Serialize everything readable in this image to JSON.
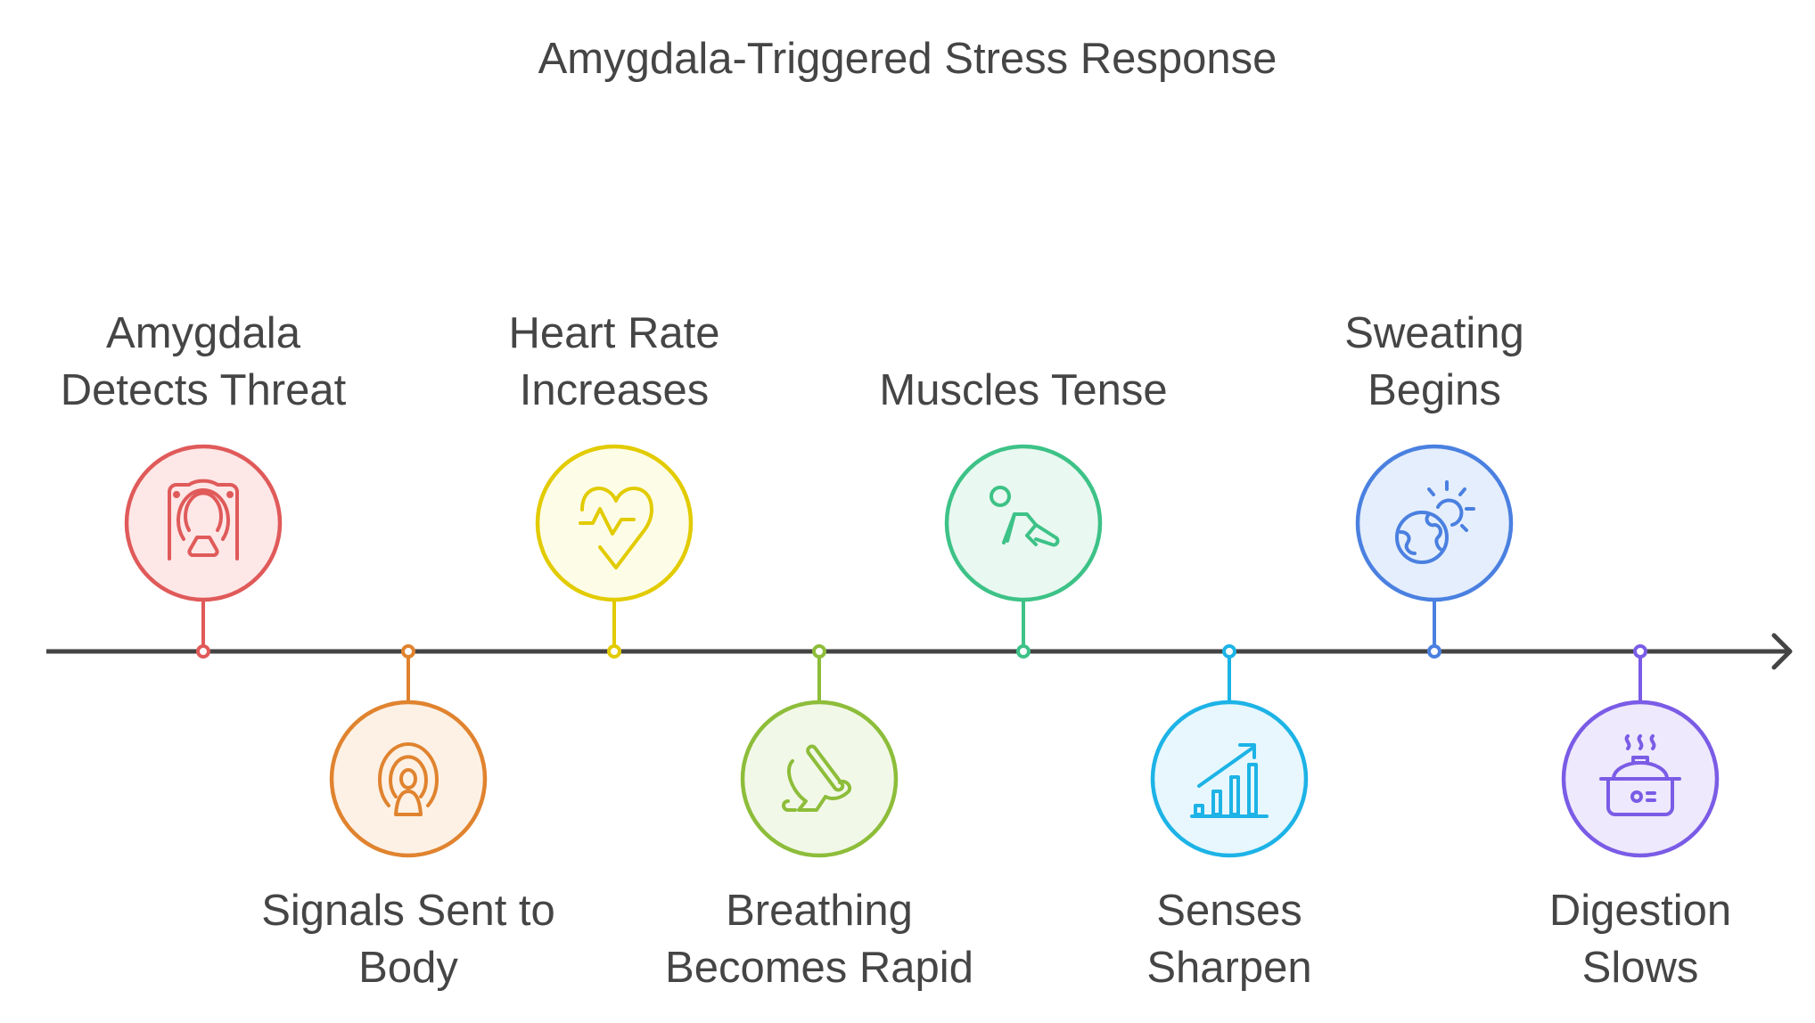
{
  "title": "Amygdala-Triggered Stress Response",
  "steps": [
    {
      "label_lines": [
        "Amygdala",
        "Detects Threat"
      ],
      "icon": "mri-scanner-icon",
      "position": "top",
      "stroke": "#E05A5A",
      "fill": "#FDE7E7"
    },
    {
      "label_lines": [
        "Signals Sent to",
        "Body"
      ],
      "icon": "signal-person-icon",
      "position": "bottom",
      "stroke": "#E0832F",
      "fill": "#FDF1E5"
    },
    {
      "label_lines": [
        "Heart Rate",
        "Increases"
      ],
      "icon": "heart-pulse-icon",
      "position": "top",
      "stroke": "#E2CB00",
      "fill": "#FDFCE7"
    },
    {
      "label_lines": [
        "Breathing",
        "Becomes Rapid"
      ],
      "icon": "rabbit-icon",
      "position": "bottom",
      "stroke": "#8DBD3A",
      "fill": "#F2F8E8"
    },
    {
      "label_lines": [
        "Muscles Tense"
      ],
      "icon": "sprinter-icon",
      "position": "top",
      "stroke": "#3DC287",
      "fill": "#E9F8F0"
    },
    {
      "label_lines": [
        "Senses",
        "Sharpen"
      ],
      "icon": "growth-chart-icon",
      "position": "bottom",
      "stroke": "#1DB3E6",
      "fill": "#E7F7FD"
    },
    {
      "label_lines": [
        "Sweating",
        "Begins"
      ],
      "icon": "globe-sun-icon",
      "position": "top",
      "stroke": "#4A80E0",
      "fill": "#E5EEFC"
    },
    {
      "label_lines": [
        "Digestion",
        "Slows"
      ],
      "icon": "cooking-pot-icon",
      "position": "bottom",
      "stroke": "#7A5CE6",
      "fill": "#EEE9FC"
    }
  ],
  "axis_color": "#444444"
}
